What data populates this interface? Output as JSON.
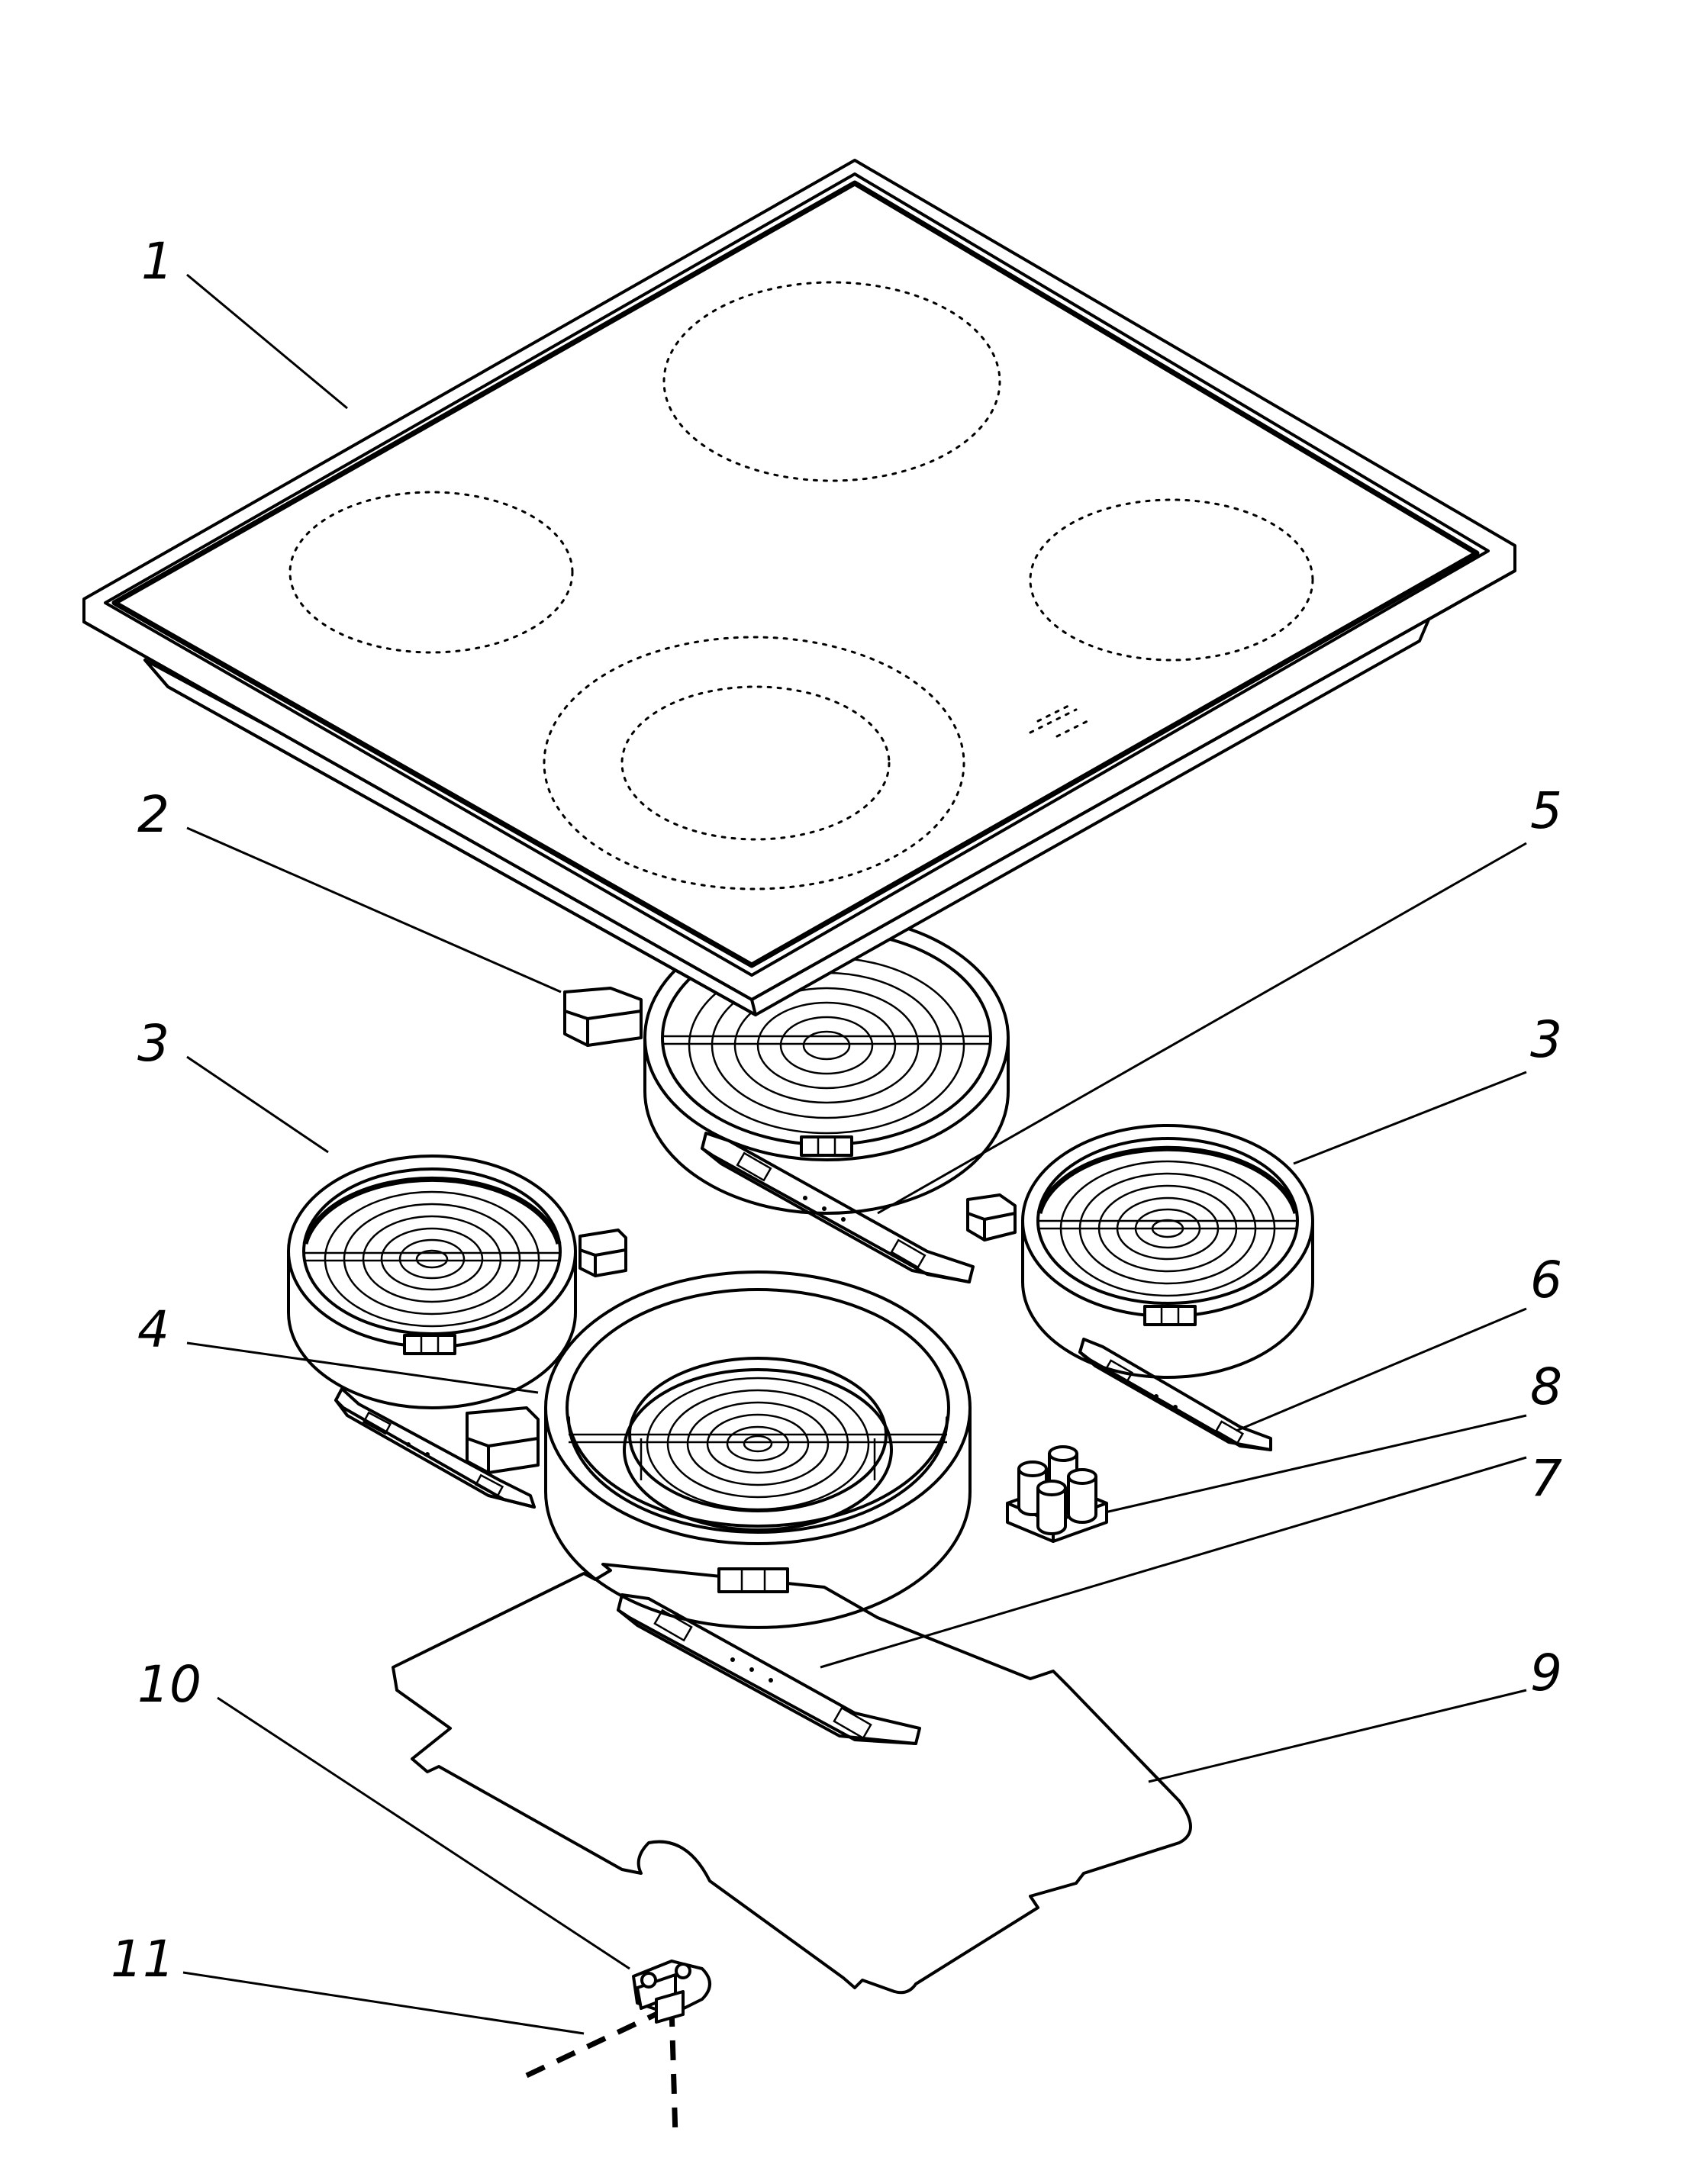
{
  "labels": {
    "hob": "1",
    "connector_block": "2",
    "radiant_left": "3",
    "radiant_right": "3",
    "dual_zone": "4",
    "bracket_rear": "5",
    "bracket_right": "6",
    "bracket_front": "7",
    "terminal_block": "8",
    "base_plate": "9",
    "cable_clamp": "10",
    "screw": "11"
  }
}
